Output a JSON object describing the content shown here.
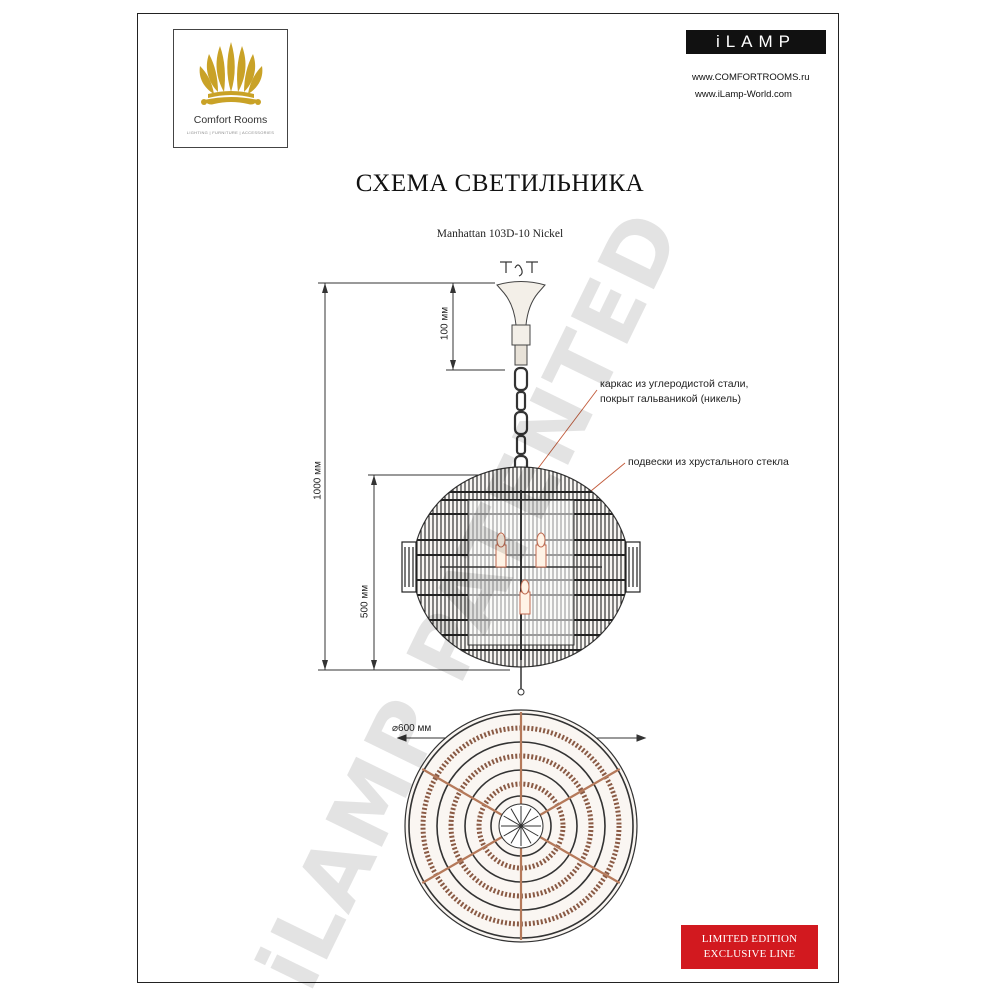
{
  "brand": {
    "logo_name": "Comfort Rooms",
    "logo_tagline": "LIGHTING | FURNITURE | ACCESSORIES",
    "ilamp_logo": "iLAMP",
    "url_1": "www.COMFORTROOMS.ru",
    "url_2": "www.iLamp-World.com",
    "logo_color": "#c9a227"
  },
  "document": {
    "title": "СХЕМА СВЕТИЛЬНИКА",
    "model": "Manhattan 103D-10 Nickel"
  },
  "annotations": {
    "frame_line1": "каркас из углеродистой стали,",
    "frame_line2": "покрыт гальваникой (никель)",
    "crystal": "подвески из хрустального стекла"
  },
  "dimensions": {
    "canopy": "100 мм",
    "total_height": "1000 мм",
    "body_height": "500 мм",
    "diameter": "⌀600 мм"
  },
  "stamp": {
    "line1": "LIMITED EDITION",
    "line2": "EXCLUSIVE LINE",
    "color": "#d2191f"
  },
  "watermark": "iLAMP PATENTED"
}
